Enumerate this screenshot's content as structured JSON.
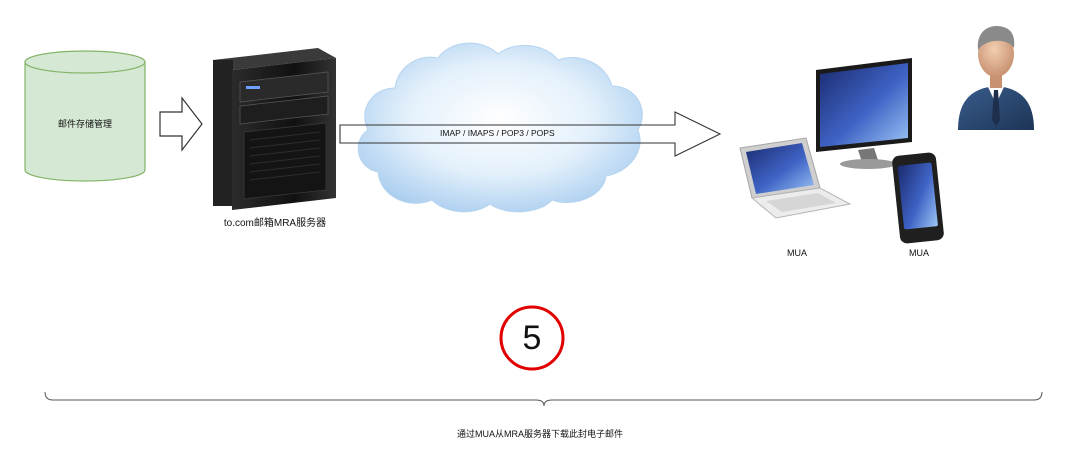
{
  "storage": {
    "label": "邮件存储管理"
  },
  "server": {
    "label": "to.com邮箱MRA服务器"
  },
  "protocols": {
    "label": "IMAP / IMAPS / POP3 / POPS"
  },
  "clients": {
    "laptop_label": "MUA",
    "phone_label": "MUA"
  },
  "step": {
    "number": "5"
  },
  "caption": {
    "text": "通过MUA从MRA服务器下载此封电子邮件"
  },
  "colors": {
    "storage_fill": "#d5e8d4",
    "storage_stroke": "#82b366",
    "step_circle": "#e00000",
    "cloud": "#cde4f7"
  }
}
